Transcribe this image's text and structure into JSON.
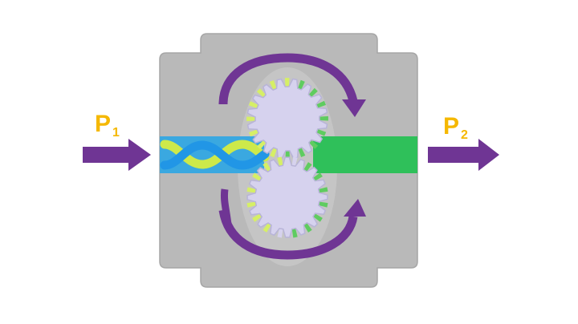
{
  "labels": {
    "inlet": {
      "letter": "P",
      "subscript": "1"
    },
    "outlet": {
      "letter": "P",
      "subscript": "2"
    }
  },
  "colors": {
    "background": "#ffffff",
    "housing": "#b9b9b9",
    "housing_edge": "#a6a6a6",
    "arrow": "#6f3594",
    "label": "#f5b800",
    "outlet_fluid": "#2fc05a",
    "inlet_fluid_base": "#3aa8e0",
    "inlet_strand_yellow": "#cde94a",
    "inlet_strand_blue": "#2196e6",
    "gear_fill": "#d6d2ee",
    "gear_edge": "#b8b4d8",
    "gear_tooth_light": "#d6ef66",
    "gear_tooth_green": "#5fcc60",
    "chamber": "#cfcfcf"
  },
  "icons": {
    "inlet_arrow": "right-arrow-icon",
    "outlet_arrow": "right-arrow-icon",
    "rotation_top": "curved-arrow-clockwise-icon",
    "rotation_bottom": "curved-arrow-counterclockwise-icon"
  }
}
